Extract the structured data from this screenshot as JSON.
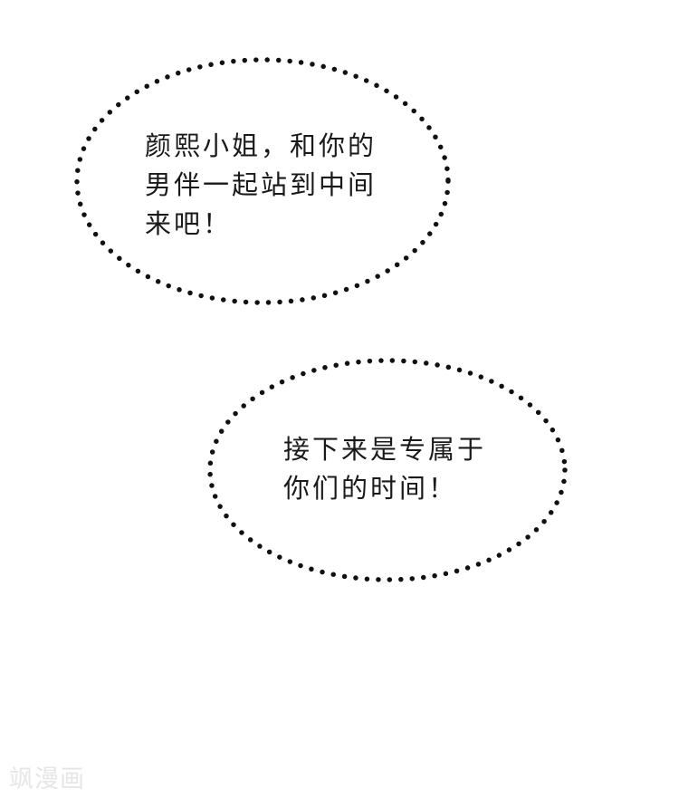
{
  "bubble_1": {
    "lines": [
      "颜熙小姐，和你的",
      "男伴一起站到中间",
      "来吧！"
    ]
  },
  "bubble_2": {
    "lines": [
      "接下来是专属于",
      "你们的时间！"
    ]
  },
  "watermark": {
    "text": "飒漫画"
  },
  "colors": {
    "background": "#ffffff",
    "text": "#1a1a1a",
    "dots": "#111111",
    "watermark": "#e6e6e6"
  }
}
